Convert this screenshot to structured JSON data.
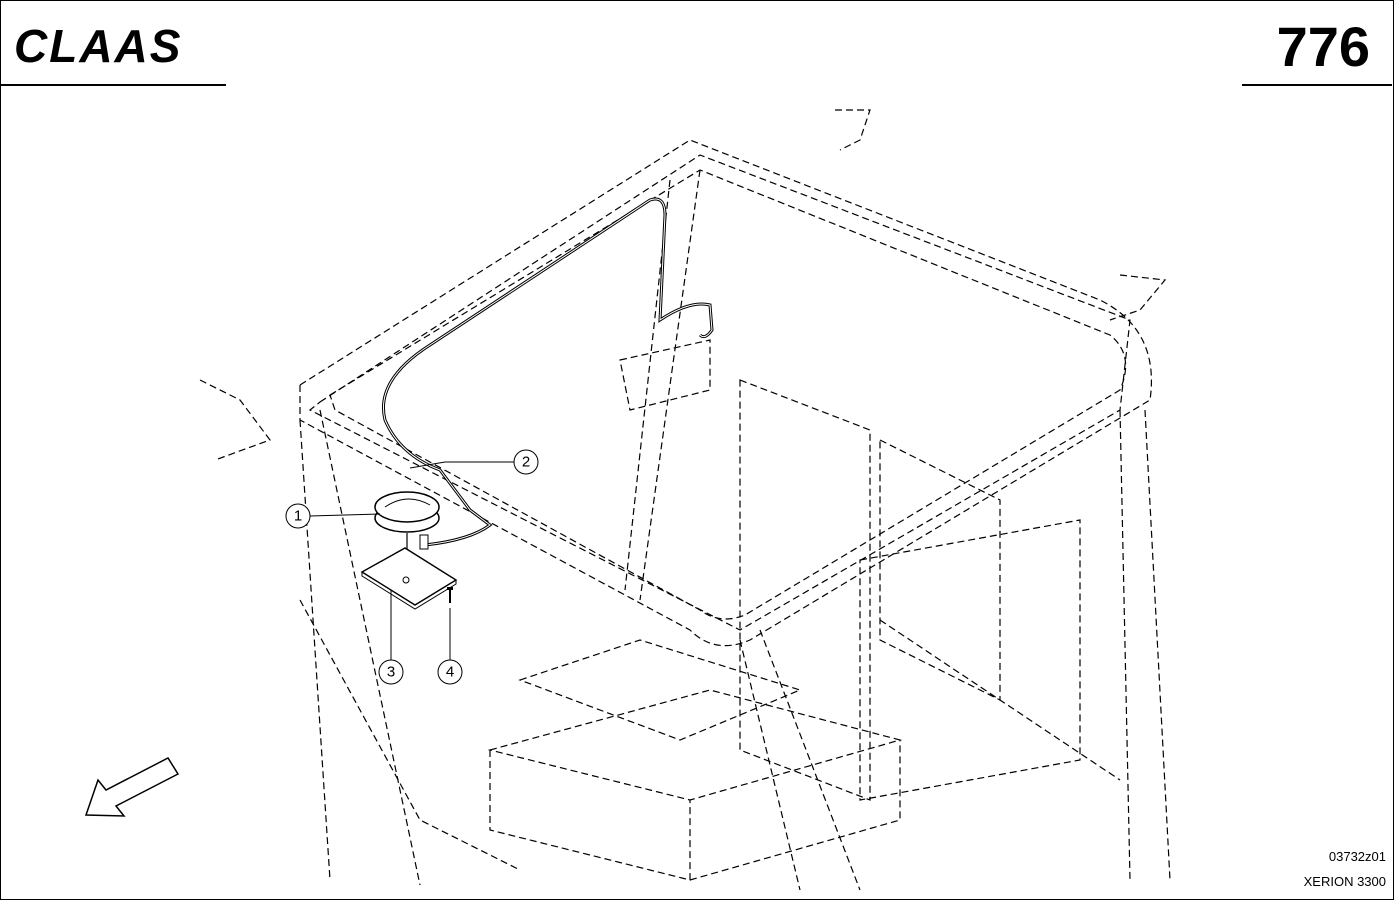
{
  "header": {
    "brand": "CLAAS",
    "page_number": "776"
  },
  "footer": {
    "drawing_code": "03732z01",
    "model": "XERION 3300"
  },
  "callouts": [
    {
      "number": "1"
    },
    {
      "number": "2"
    },
    {
      "number": "3"
    },
    {
      "number": "4"
    }
  ],
  "icons": {
    "direction": "arrow-down-left-icon"
  }
}
